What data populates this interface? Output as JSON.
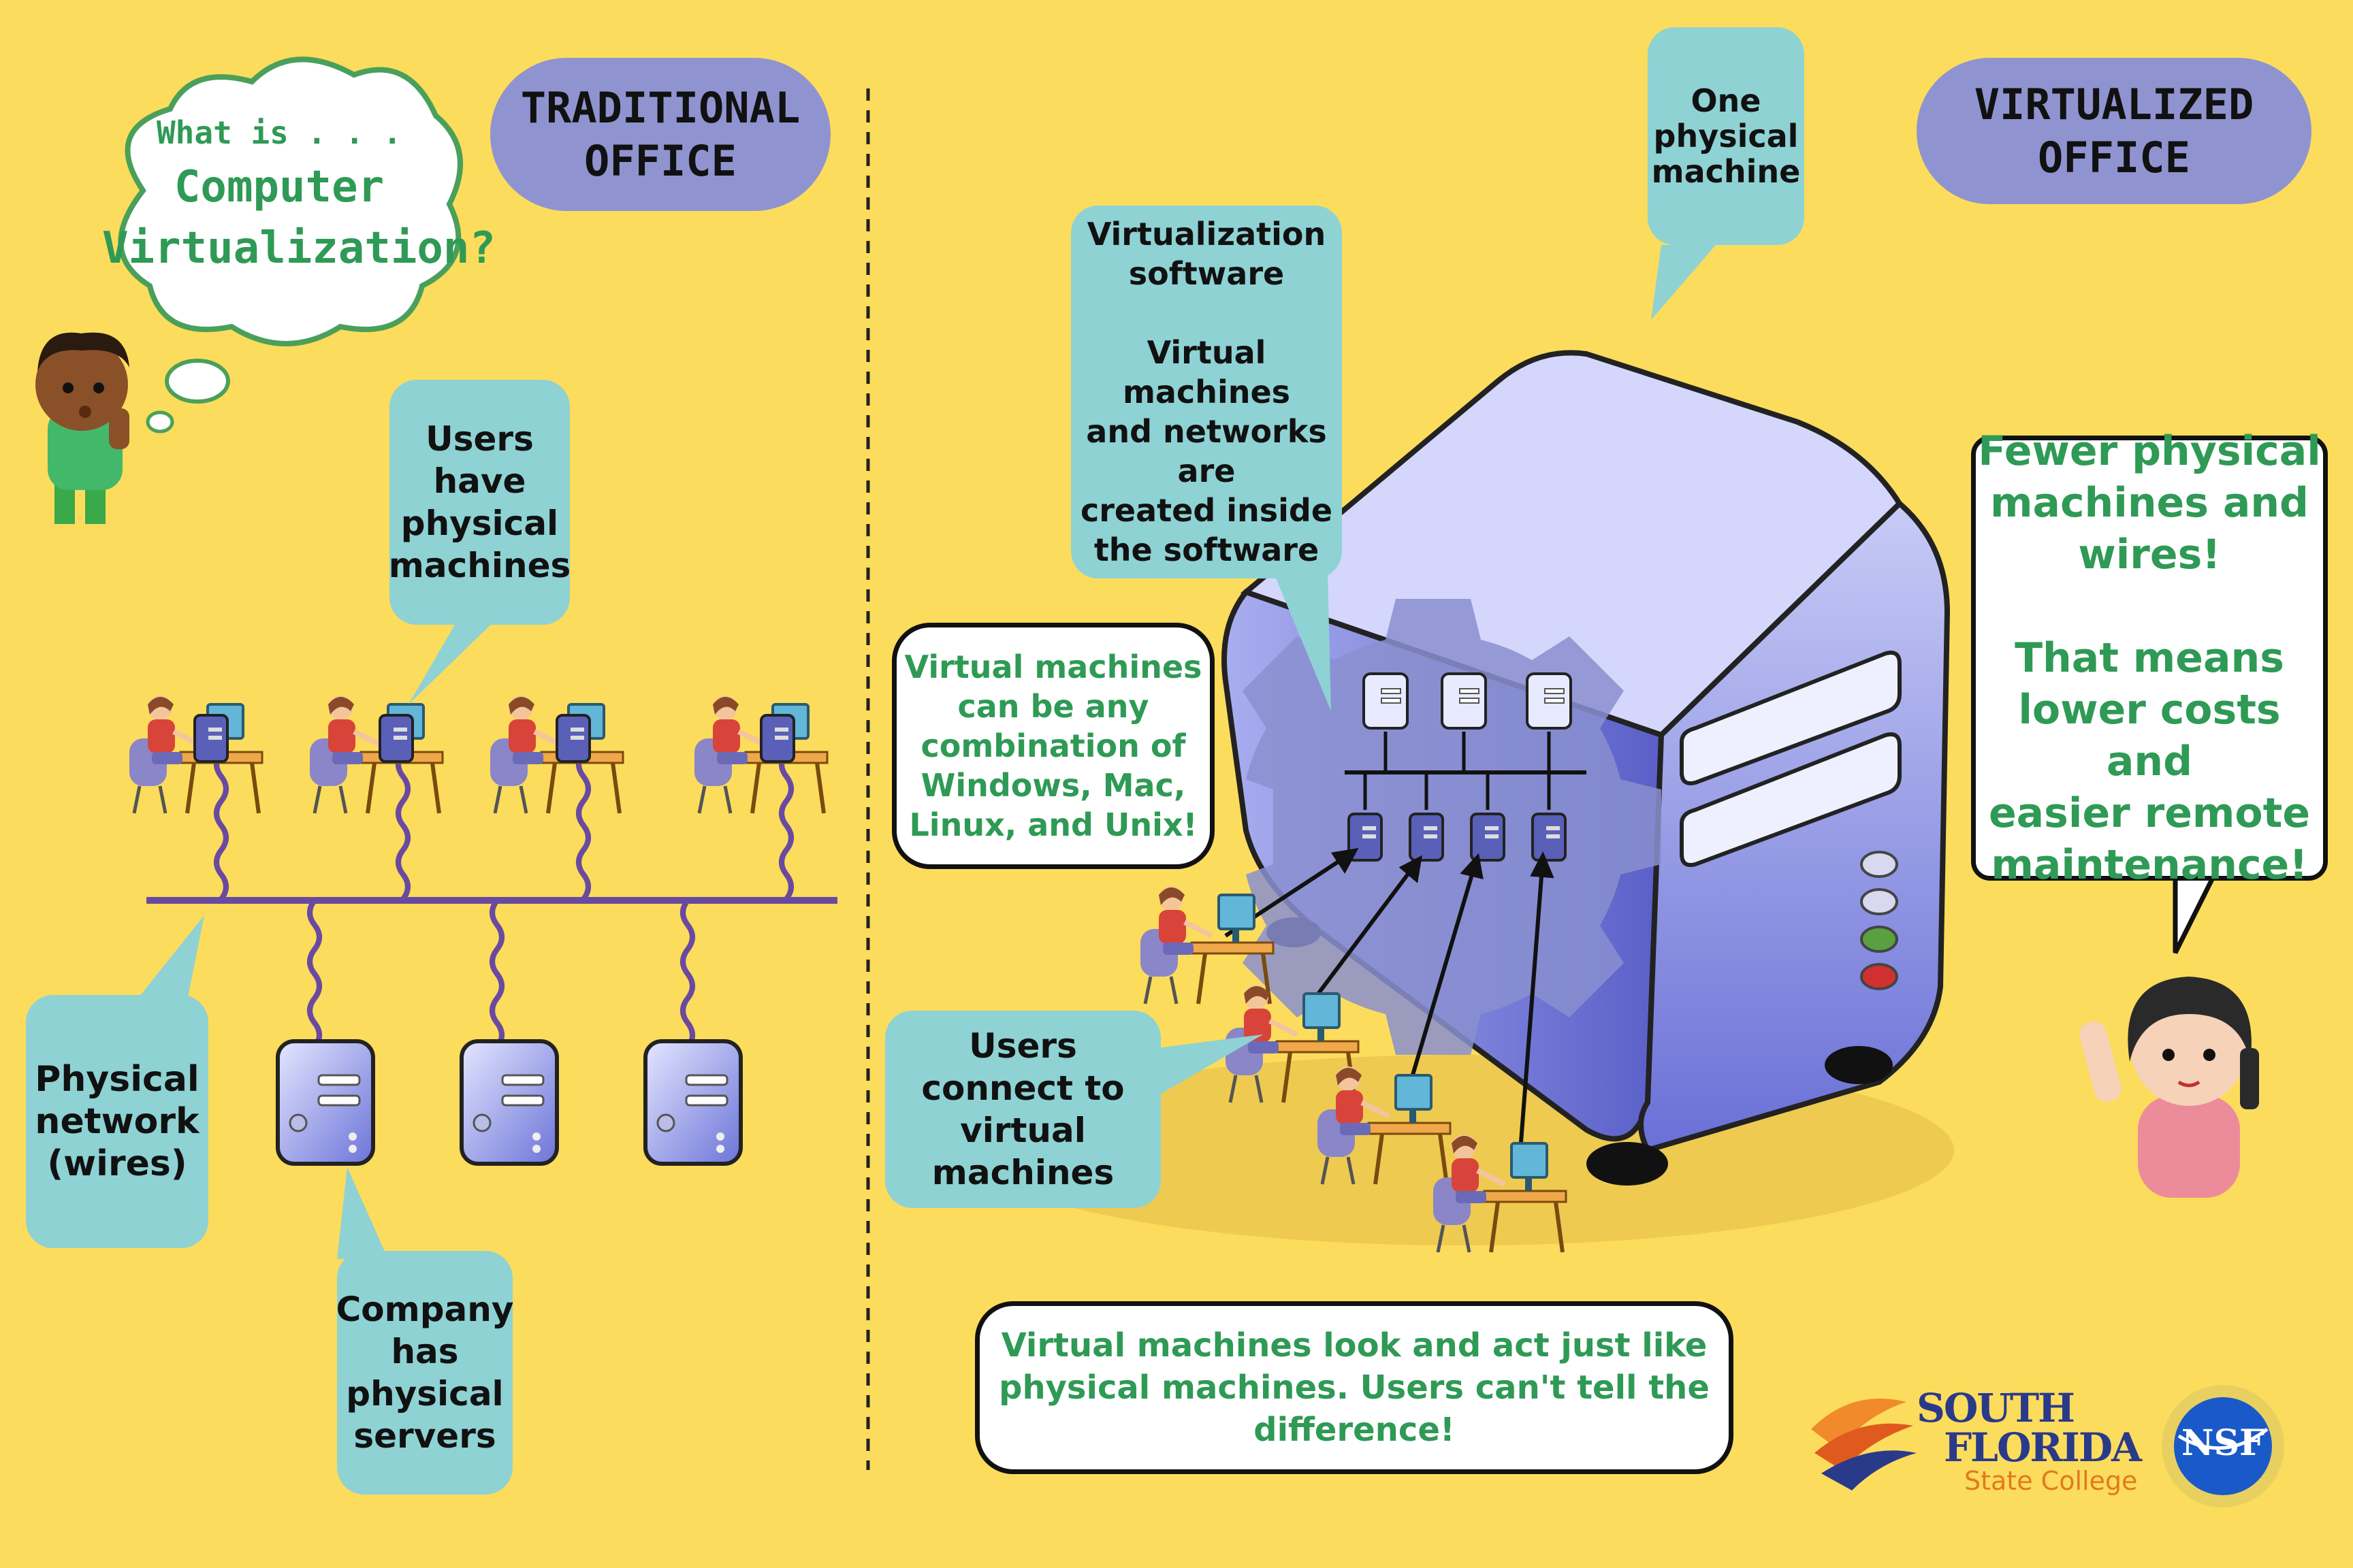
{
  "thought_bubble": {
    "line1": "What is . . .",
    "line2": "Computer\nVirtualization?"
  },
  "traditional": {
    "title": "TRADITIONAL\nOFFICE",
    "users_label": "Users\nhave\nphysical\nmachines",
    "network_label": "Physical\nnetwork\n(wires)",
    "servers_label": "Company\nhas\nphysical\nservers"
  },
  "virtualized": {
    "title": "VIRTUALIZED\nOFFICE",
    "one_machine_label": "One\nphysical\nmachine",
    "software_label": "Virtualization\nsoftware\n\nVirtual machines\nand networks are\ncreated inside\nthe software",
    "os_note": "Virtual machines\ncan be any\ncombination of\nWindows, Mac,\nLinux, and Unix!",
    "users_connect_label": "Users\nconnect to\nvirtual\nmachines",
    "bottom_note": "Virtual machines look and act just like\nphysical machines. Users can't tell the\ndifference!",
    "benefit_note": "Fewer physical\nmachines and\nwires!\n\nThat means\nlower costs and\neasier remote\nmaintenance!"
  },
  "logos": {
    "college_line1": "SOUTH",
    "college_line2": "FLORIDA",
    "college_line3": "State College",
    "nsf": "NSF"
  },
  "colors": {
    "background": "#fcdc5c",
    "pill": "#8f94d0",
    "callout": "#8ed2d4",
    "green_text": "#2f9a55",
    "wire": "#6a4aa0"
  }
}
